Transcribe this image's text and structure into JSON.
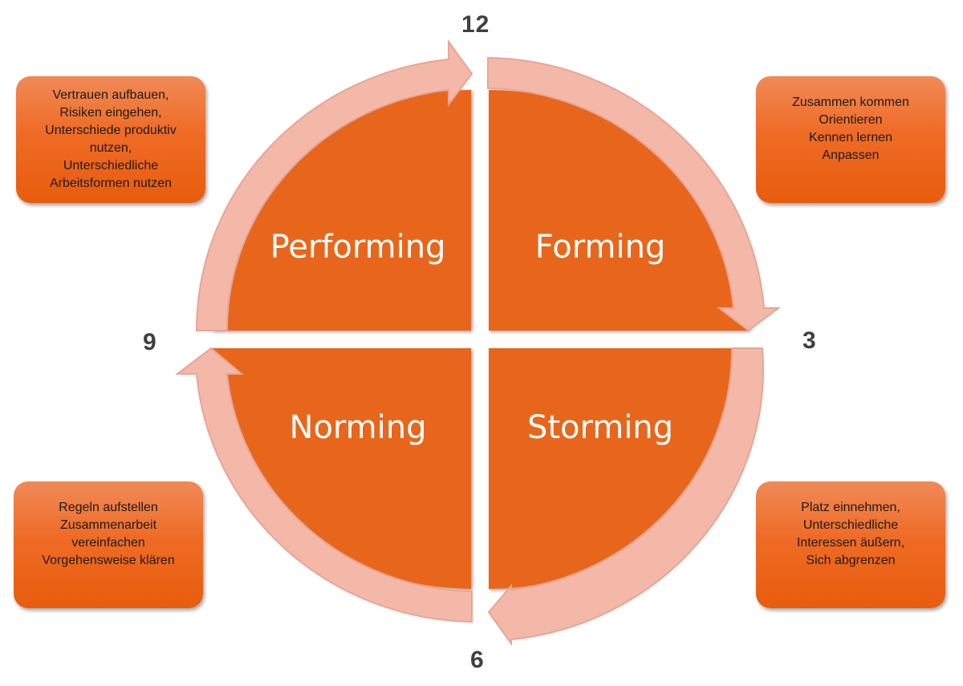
{
  "clock": {
    "twelve": "12",
    "three": "3",
    "six": "6",
    "nine": "9"
  },
  "quadrants": {
    "forming": "Forming",
    "storming": "Storming",
    "norming": "Norming",
    "performing": "Performing"
  },
  "notes": {
    "forming": [
      "Zusammen kommen",
      "Orientieren",
      "Kennen lernen",
      "Anpassen"
    ],
    "storming": [
      "Platz einnehmen,",
      "Unterschiedliche",
      "Interessen äußern,",
      "Sich abgrenzen"
    ],
    "norming": [
      "Regeln aufstellen",
      "Zusammenarbeit",
      "vereinfachen",
      "Vorgehensweise klären"
    ],
    "performing": [
      "Vertrauen aufbauen,",
      "Risiken eingehen,",
      "Unterschiede produktiv",
      "nutzen,",
      "Unterschiedliche",
      "Arbeitsformen nutzen"
    ]
  },
  "colors": {
    "quadrant_fill": "#e8661d",
    "arrow_fill": "#f4b8a8",
    "arrow_stroke": "#e8a595",
    "note_fill": "#ee6a22"
  }
}
